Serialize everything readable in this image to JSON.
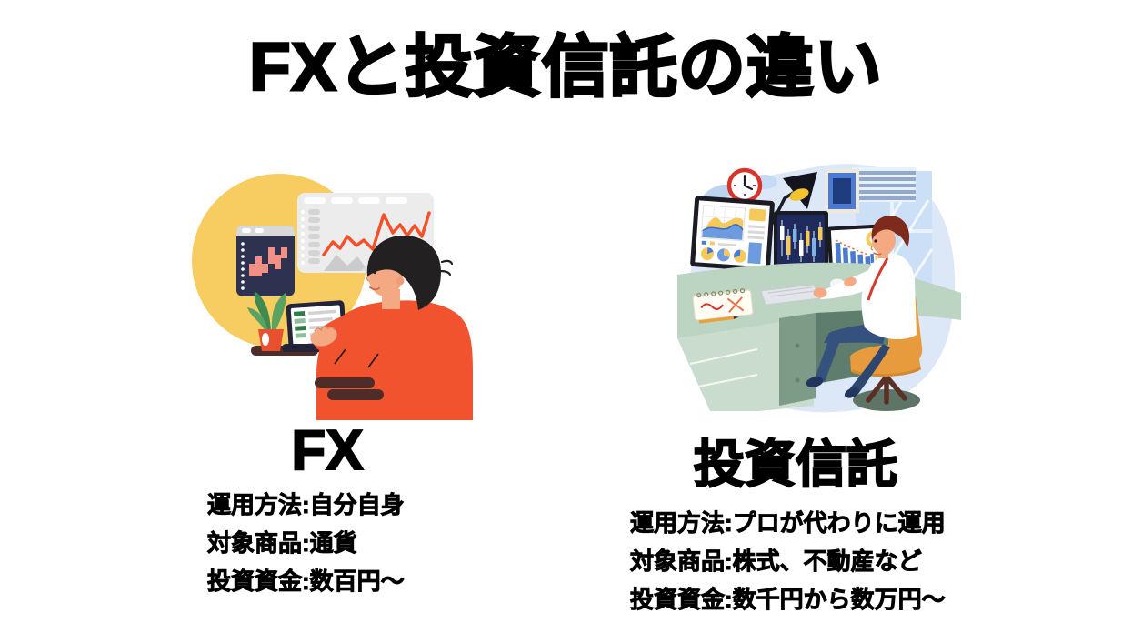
{
  "title": "FXと投資信託の違い",
  "comparison": {
    "left": {
      "heading": "FX",
      "details": [
        "運用方法:自分自身",
        "対象商品:通貨",
        "投資資金:数百円〜"
      ]
    },
    "right": {
      "heading": "投資信託",
      "details": [
        "運用方法:プロが代わりに運用",
        "対象商品:株式、不動産など",
        "投資資金:数千円から数万円〜"
      ]
    }
  },
  "colors": {
    "background": "#ffffff",
    "text": "#000000",
    "fx_circle_yellow": "#F7CD62",
    "fx_sweater_orange": "#F0532E",
    "fx_chart_line_orange": "#F4502A",
    "fx_chart_window_navy": "#2E3150",
    "trust_background_blue": "#DCE8F8",
    "trust_desk_green": "#BCD4C2",
    "trust_chair_orange": "#E89B3C",
    "trust_screen_navy": "#1E2B5C",
    "trust_accent_yellow": "#F5C95C",
    "trust_accent_blue": "#4A7BD1"
  }
}
